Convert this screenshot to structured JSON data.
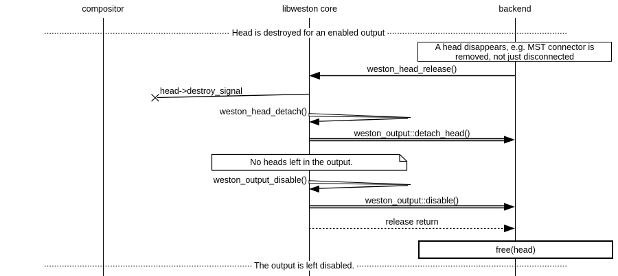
{
  "participants": [
    {
      "name": "compositor"
    },
    {
      "name": "libweston core"
    },
    {
      "name": "backend"
    }
  ],
  "dividers": [
    {
      "text": "Head is destroyed for an enabled output"
    },
    {
      "text": "The output is left disabled."
    }
  ],
  "notes": [
    {
      "line1": "A head disappears, e.g. MST connector is",
      "line2": "removed, not just disconnected"
    },
    {
      "text": "No heads left in the output."
    }
  ],
  "messages": [
    {
      "label": "weston_head_release()",
      "from": "backend",
      "to": "libweston core",
      "style": "solid"
    },
    {
      "label": "head->destroy_signal",
      "from": "libweston core",
      "to": "lost",
      "style": "lost"
    },
    {
      "label": "weston_head_detach()",
      "from": "libweston core",
      "to": "libweston core",
      "style": "self"
    },
    {
      "label": "weston_output::detach_head()",
      "from": "libweston core",
      "to": "backend",
      "style": "call"
    },
    {
      "label": "weston_output_disable()",
      "from": "libweston core",
      "to": "libweston core",
      "style": "self"
    },
    {
      "label": "weston_output::disable()",
      "from": "libweston core",
      "to": "backend",
      "style": "call"
    },
    {
      "label": "release return",
      "from": "libweston core",
      "to": "backend",
      "style": "dotted-return"
    }
  ],
  "action_box": {
    "label": "free(head)"
  },
  "colors": {
    "line": "#000000",
    "background": "#ffffff",
    "text": "#000000"
  }
}
